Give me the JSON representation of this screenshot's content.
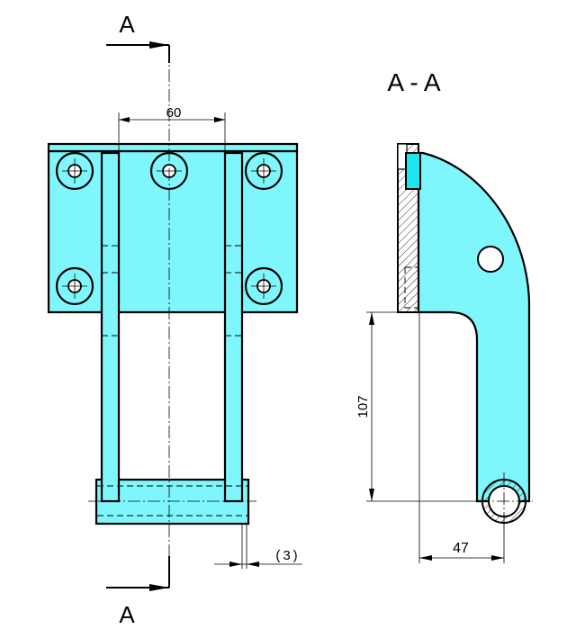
{
  "drawing": {
    "section_marker_top": "A",
    "section_marker_bottom": "A",
    "section_title": "A - A",
    "dimensions": {
      "hole_spacing": "60",
      "gap": "(3)",
      "height": "107",
      "offset": "47"
    },
    "colors": {
      "part_fill": "#7ff6fb",
      "line": "#000000"
    }
  }
}
